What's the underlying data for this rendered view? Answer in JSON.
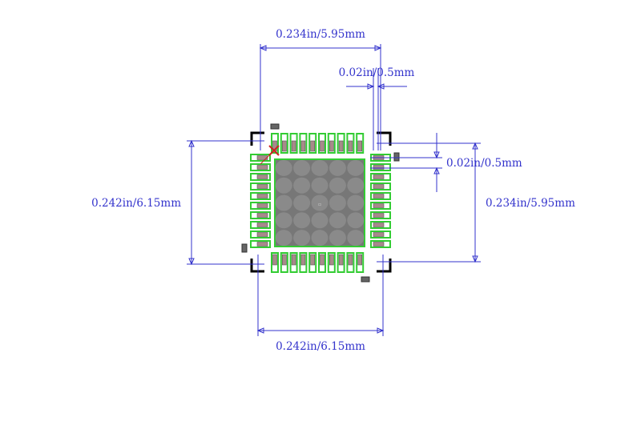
{
  "dimensions": {
    "top_width": "0.234in/5.95mm",
    "pitch_top": "0.02in/0.5mm",
    "pitch_right": "0.02in/0.5mm",
    "left_height": "0.242in/6.15mm",
    "right_height": "0.234in/5.95mm",
    "bottom_width": "0.242in/6.15mm"
  },
  "footprint": {
    "pins_per_side": 10,
    "thermal_pad_grid": [
      5,
      5
    ]
  },
  "colors": {
    "dimension": "#3333cc",
    "pad_outline": "#33cc33",
    "pad_fill": "#a88a8a",
    "body": "#777777",
    "corner_mark": "#000000",
    "pin1_marker": "#cc2222"
  }
}
